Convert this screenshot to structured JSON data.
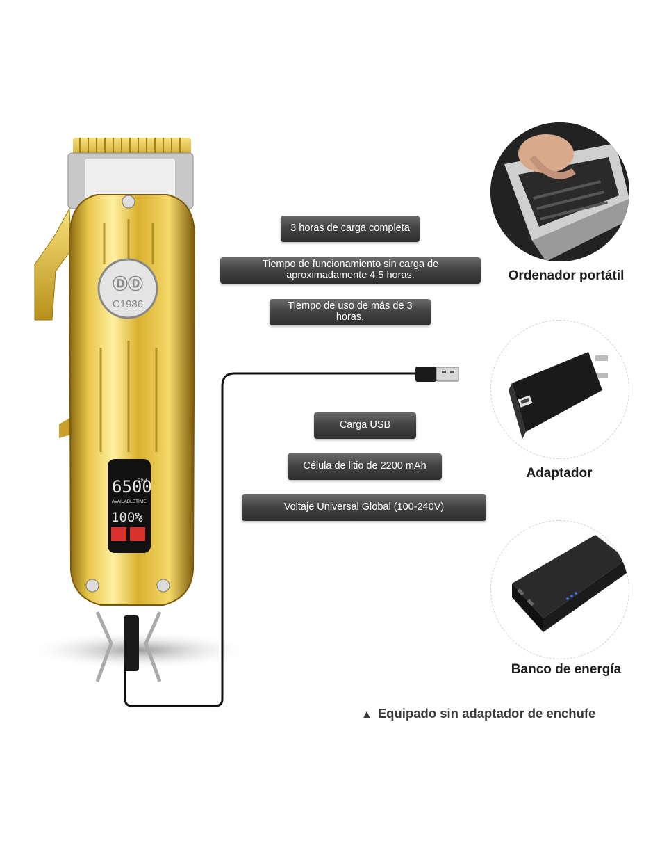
{
  "clipper": {
    "brand": "ⒹⒹ",
    "model": "C1986",
    "display_speed": "6500",
    "display_speed_unit": "RPM",
    "display_label": "AVAILABLETIME",
    "display_battery": "100%"
  },
  "features": [
    "3 horas de carga completa",
    "Tiempo de funcionamiento sin carga de aproximadamente 4,5 horas.",
    "Tiempo de uso de más de 3 horas.",
    "Carga USB",
    "Célula de litio de 2200 mAh",
    "Voltaje Universal Global (100-240V)"
  ],
  "sources": [
    {
      "label": "Ordenador portátil",
      "icon": "laptop-icon"
    },
    {
      "label": "Adaptador",
      "icon": "wall-adapter-icon"
    },
    {
      "label": "Banco de energía",
      "icon": "power-bank-icon"
    }
  ],
  "note": {
    "symbol": "▲",
    "text": "Equipado sin adaptador de enchufe"
  },
  "colors": {
    "gold": "#d9b43a",
    "pill": "#444444",
    "text": "#1c1c1c"
  }
}
